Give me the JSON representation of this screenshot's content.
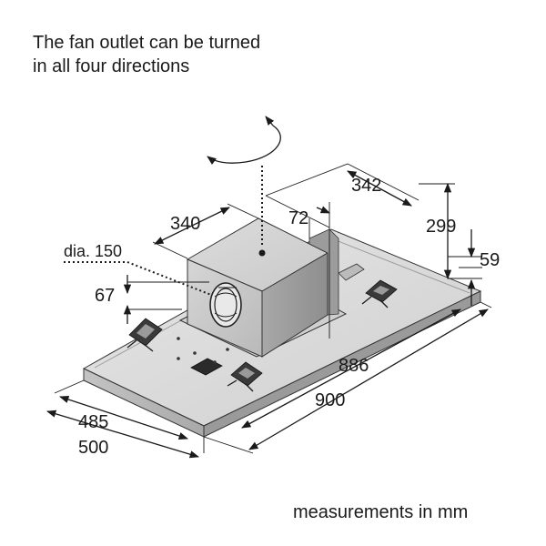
{
  "caption": {
    "line1": "The fan outlet can be turned",
    "line2": "in all four directions"
  },
  "footer": "measurements in mm",
  "dimensions": {
    "d342": "342",
    "d340": "340",
    "d72": "72",
    "d299": "299",
    "d59": "59",
    "dia": "dia. 150",
    "d67": "67",
    "d886": "886",
    "d900": "900",
    "d485": "485",
    "d500": "500"
  }
}
